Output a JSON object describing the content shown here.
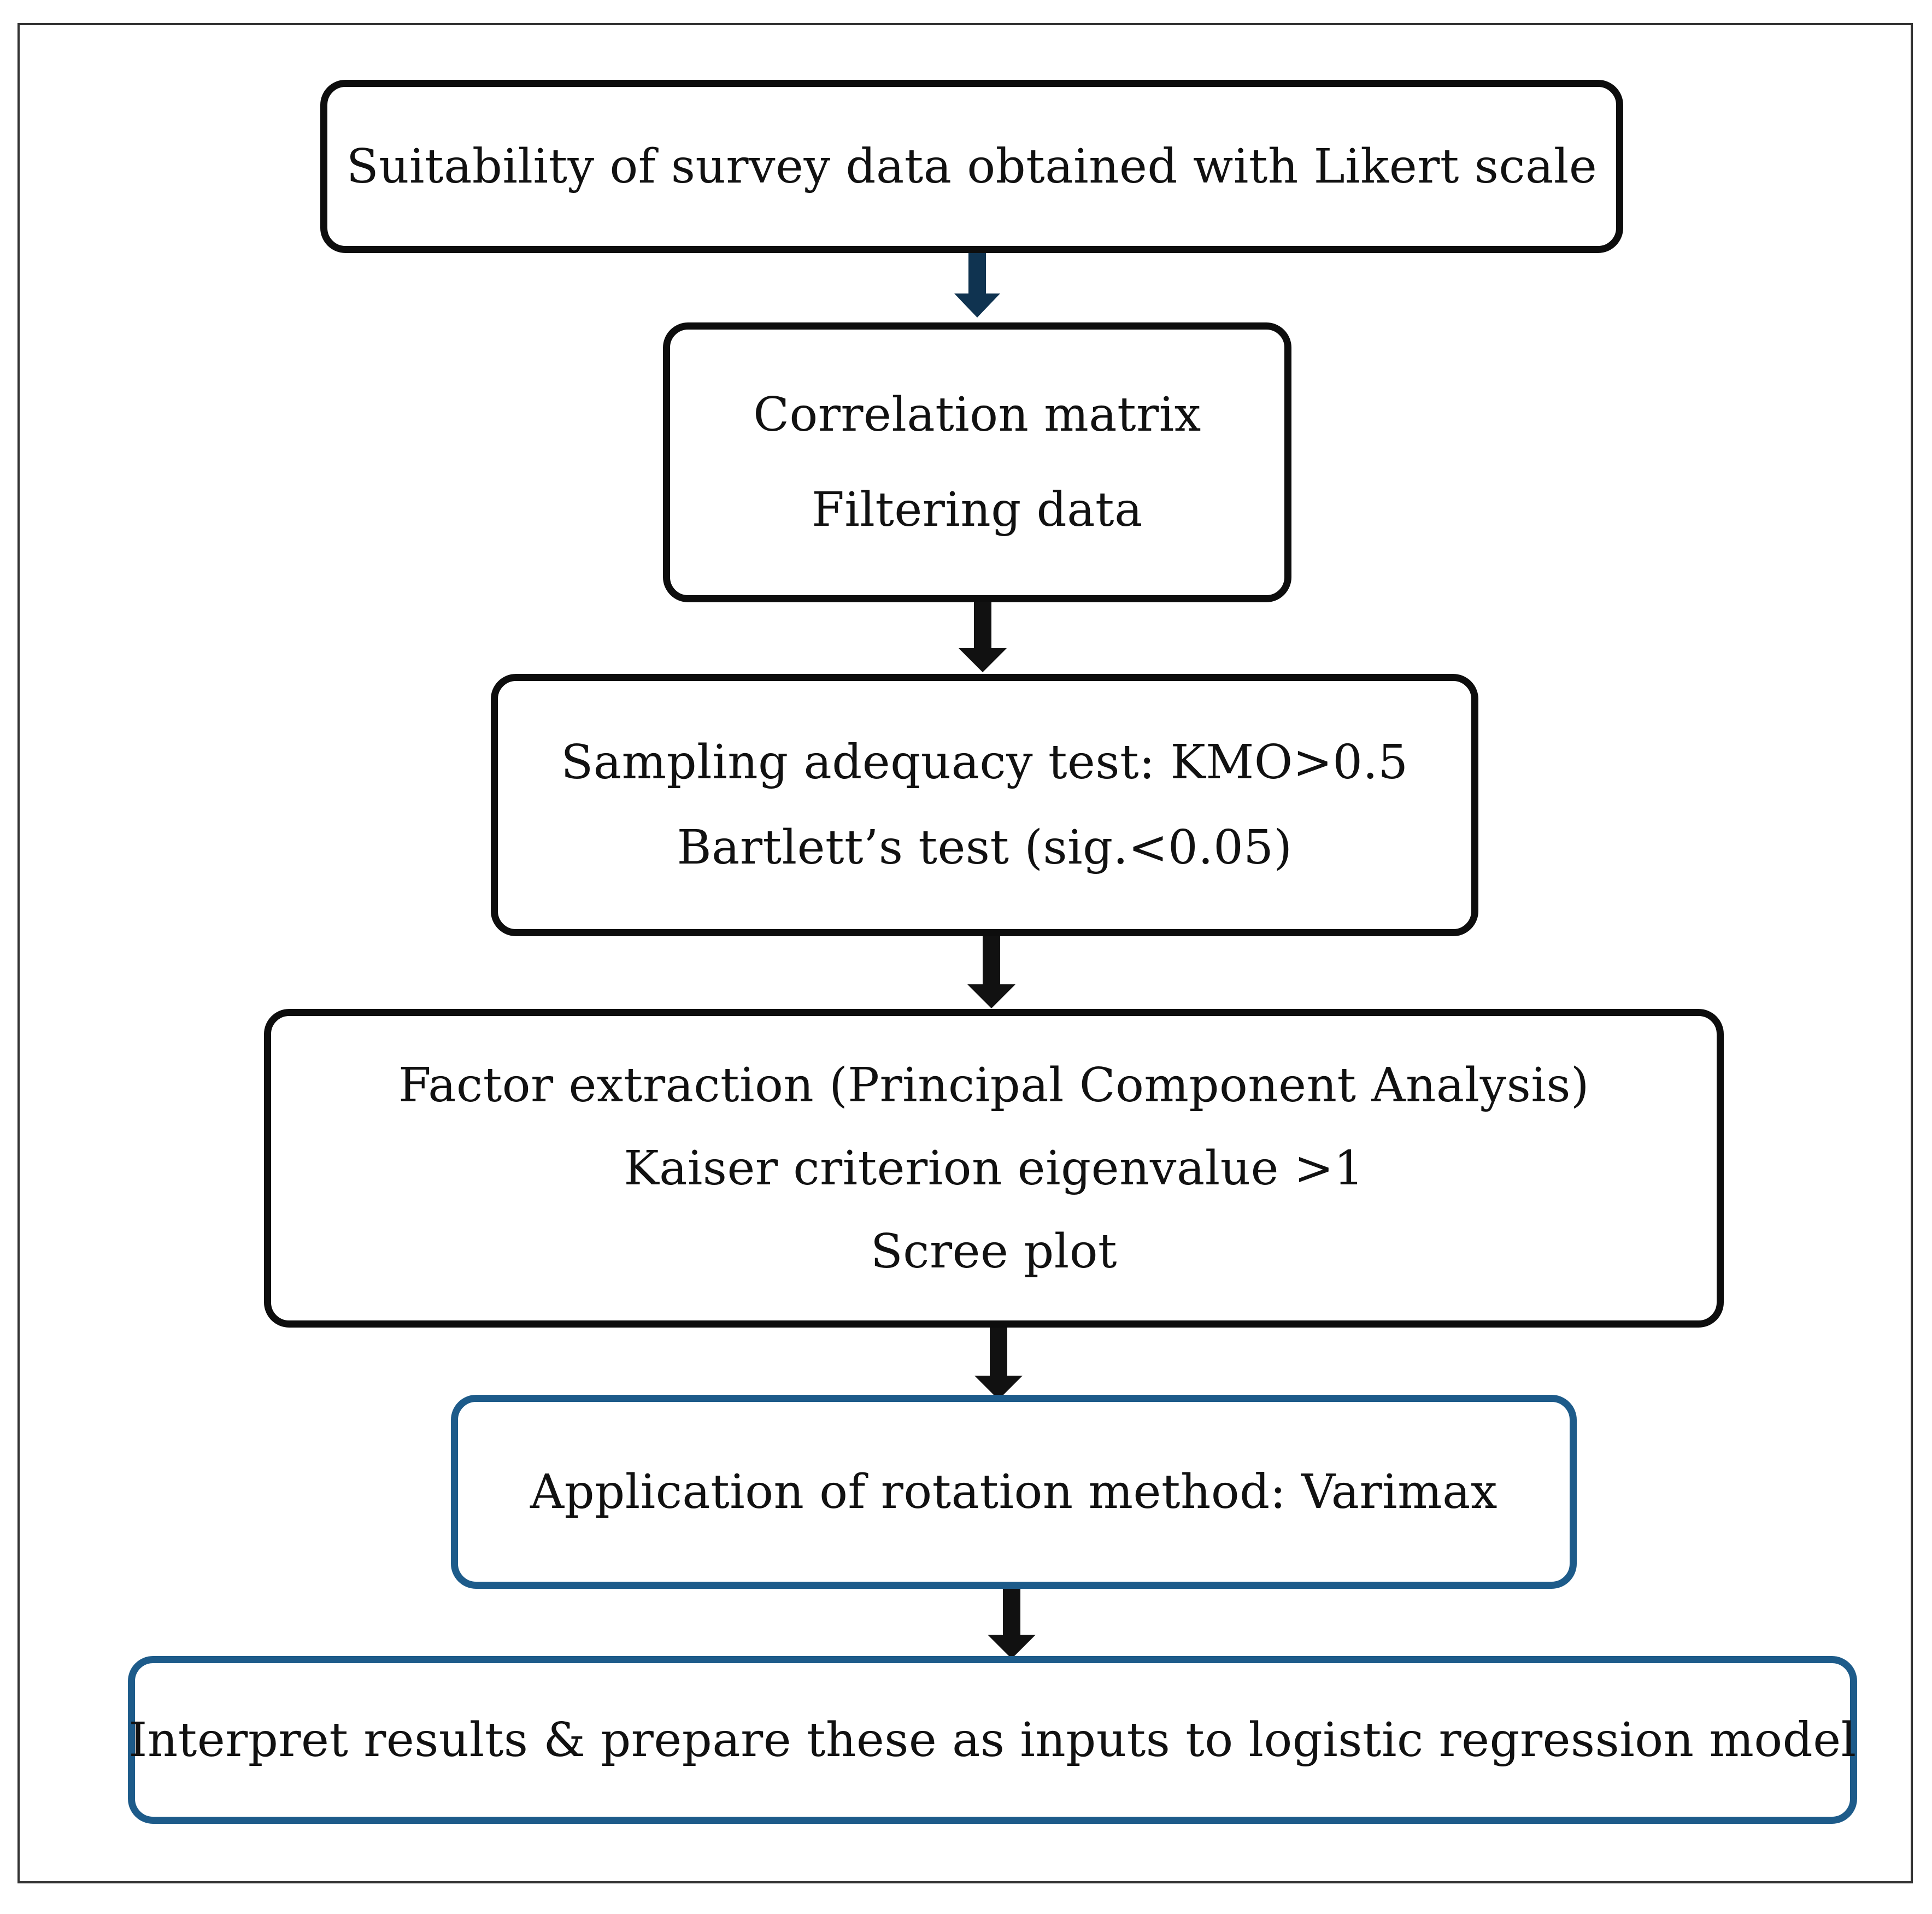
{
  "flowchart": {
    "steps": [
      {
        "lines": [
          "Suitability of survey data obtained with Likert scale"
        ]
      },
      {
        "lines": [
          "Correlation matrix",
          "Filtering data"
        ]
      },
      {
        "lines": [
          "Sampling adequacy test: KMO>0.5",
          "Bartlett’s test (sig.<0.05)"
        ]
      },
      {
        "lines": [
          "Factor extraction (Principal Component Analysis)",
          "Kaiser criterion eigenvalue >1",
          "Scree plot"
        ]
      },
      {
        "lines": [
          "Application of rotation method: Varimax"
        ]
      },
      {
        "lines": [
          "Interpret results & prepare these as inputs to logistic regression model"
        ]
      }
    ]
  },
  "colors": {
    "box_border_dark": "#0d0d0d",
    "box_border_blue": "#1d5b8a",
    "first_arrow": "#0f3350",
    "arrows": "#111111",
    "frame": "#333333"
  }
}
